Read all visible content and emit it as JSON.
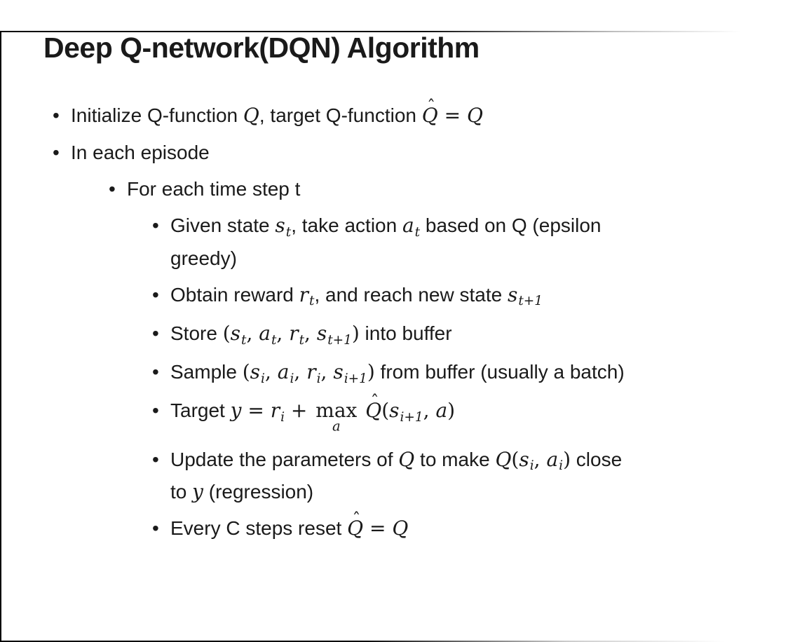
{
  "slide": {
    "title": "Deep Q-network(DQN) Algorithm",
    "bullet_char": "•",
    "bullets": [
      {
        "level": 1,
        "parts": [
          {
            "t": "txt",
            "v": "Initialize Q-function "
          },
          {
            "t": "i",
            "v": "Q"
          },
          {
            "t": "txt",
            "v": ", target Q-function "
          },
          {
            "t": "h",
            "v": "Q"
          },
          {
            "t": "r",
            "v": " = "
          },
          {
            "t": "i",
            "v": "Q"
          }
        ]
      },
      {
        "level": 1,
        "parts": [
          {
            "t": "txt",
            "v": "In each episode"
          }
        ]
      },
      {
        "level": 2,
        "parts": [
          {
            "t": "txt",
            "v": "For each time step t"
          }
        ]
      },
      {
        "level": 3,
        "parts": [
          {
            "t": "txt",
            "v": "Given state "
          },
          {
            "t": "s",
            "b": "s",
            "sub": "t"
          },
          {
            "t": "txt",
            "v": ", take action "
          },
          {
            "t": "s",
            "b": "a",
            "sub": "t"
          },
          {
            "t": "txt",
            "v": " based on Q (epsilon"
          },
          {
            "t": "br"
          },
          {
            "t": "txt",
            "v": "greedy)"
          }
        ]
      },
      {
        "level": 3,
        "parts": [
          {
            "t": "txt",
            "v": "Obtain reward "
          },
          {
            "t": "s",
            "b": "r",
            "sub": "t"
          },
          {
            "t": "txt",
            "v": ", and reach new state "
          },
          {
            "t": "s",
            "b": "s",
            "sub": "t+1"
          }
        ]
      },
      {
        "level": 3,
        "parts": [
          {
            "t": "txt",
            "v": "Store "
          },
          {
            "t": "r",
            "v": "("
          },
          {
            "t": "s",
            "b": "s",
            "sub": "t"
          },
          {
            "t": "r",
            "v": ", "
          },
          {
            "t": "s",
            "b": "a",
            "sub": "t"
          },
          {
            "t": "r",
            "v": ", "
          },
          {
            "t": "s",
            "b": "r",
            "sub": "t"
          },
          {
            "t": "r",
            "v": ", "
          },
          {
            "t": "s",
            "b": "s",
            "sub": "t+1"
          },
          {
            "t": "r",
            "v": ")"
          },
          {
            "t": "txt",
            "v": " into buffer"
          }
        ]
      },
      {
        "level": 3,
        "parts": [
          {
            "t": "txt",
            "v": "Sample "
          },
          {
            "t": "r",
            "v": "("
          },
          {
            "t": "s",
            "b": "s",
            "sub": "i"
          },
          {
            "t": "r",
            "v": ", "
          },
          {
            "t": "s",
            "b": "a",
            "sub": "i"
          },
          {
            "t": "r",
            "v": ", "
          },
          {
            "t": "s",
            "b": "r",
            "sub": "i"
          },
          {
            "t": "r",
            "v": ", "
          },
          {
            "t": "s",
            "b": "s",
            "sub": "i+1"
          },
          {
            "t": "r",
            "v": ")"
          },
          {
            "t": "txt",
            "v": " from buffer (usually a batch)"
          }
        ]
      },
      {
        "level": 3,
        "parts": [
          {
            "t": "txt",
            "v": "Target "
          },
          {
            "t": "i",
            "v": "y"
          },
          {
            "t": "r",
            "v": " = "
          },
          {
            "t": "s",
            "b": "r",
            "sub": "i"
          },
          {
            "t": "r",
            "v": " + "
          },
          {
            "t": "u",
            "top": "max",
            "under": "a"
          },
          {
            "t": "r",
            "v": " "
          },
          {
            "t": "h",
            "v": "Q"
          },
          {
            "t": "r",
            "v": "("
          },
          {
            "t": "s",
            "b": "s",
            "sub": "i+1"
          },
          {
            "t": "r",
            "v": ", "
          },
          {
            "t": "i",
            "v": "a"
          },
          {
            "t": "r",
            "v": ")"
          }
        ]
      },
      {
        "level": 3,
        "parts": [
          {
            "t": "txt",
            "v": "Update the parameters of "
          },
          {
            "t": "i",
            "v": "Q"
          },
          {
            "t": "txt",
            "v": " to make "
          },
          {
            "t": "i",
            "v": "Q"
          },
          {
            "t": "r",
            "v": "("
          },
          {
            "t": "s",
            "b": "s",
            "sub": "i"
          },
          {
            "t": "r",
            "v": ", "
          },
          {
            "t": "s",
            "b": "a",
            "sub": "i"
          },
          {
            "t": "r",
            "v": ")"
          },
          {
            "t": "txt",
            "v": " close"
          },
          {
            "t": "br"
          },
          {
            "t": "txt",
            "v": "to "
          },
          {
            "t": "i",
            "v": "y"
          },
          {
            "t": "txt",
            "v": " (regression)"
          }
        ]
      },
      {
        "level": 3,
        "parts": [
          {
            "t": "txt",
            "v": "Every C steps reset "
          },
          {
            "t": "h",
            "v": "Q"
          },
          {
            "t": "r",
            "v": " = "
          },
          {
            "t": "i",
            "v": "Q"
          }
        ]
      }
    ]
  }
}
